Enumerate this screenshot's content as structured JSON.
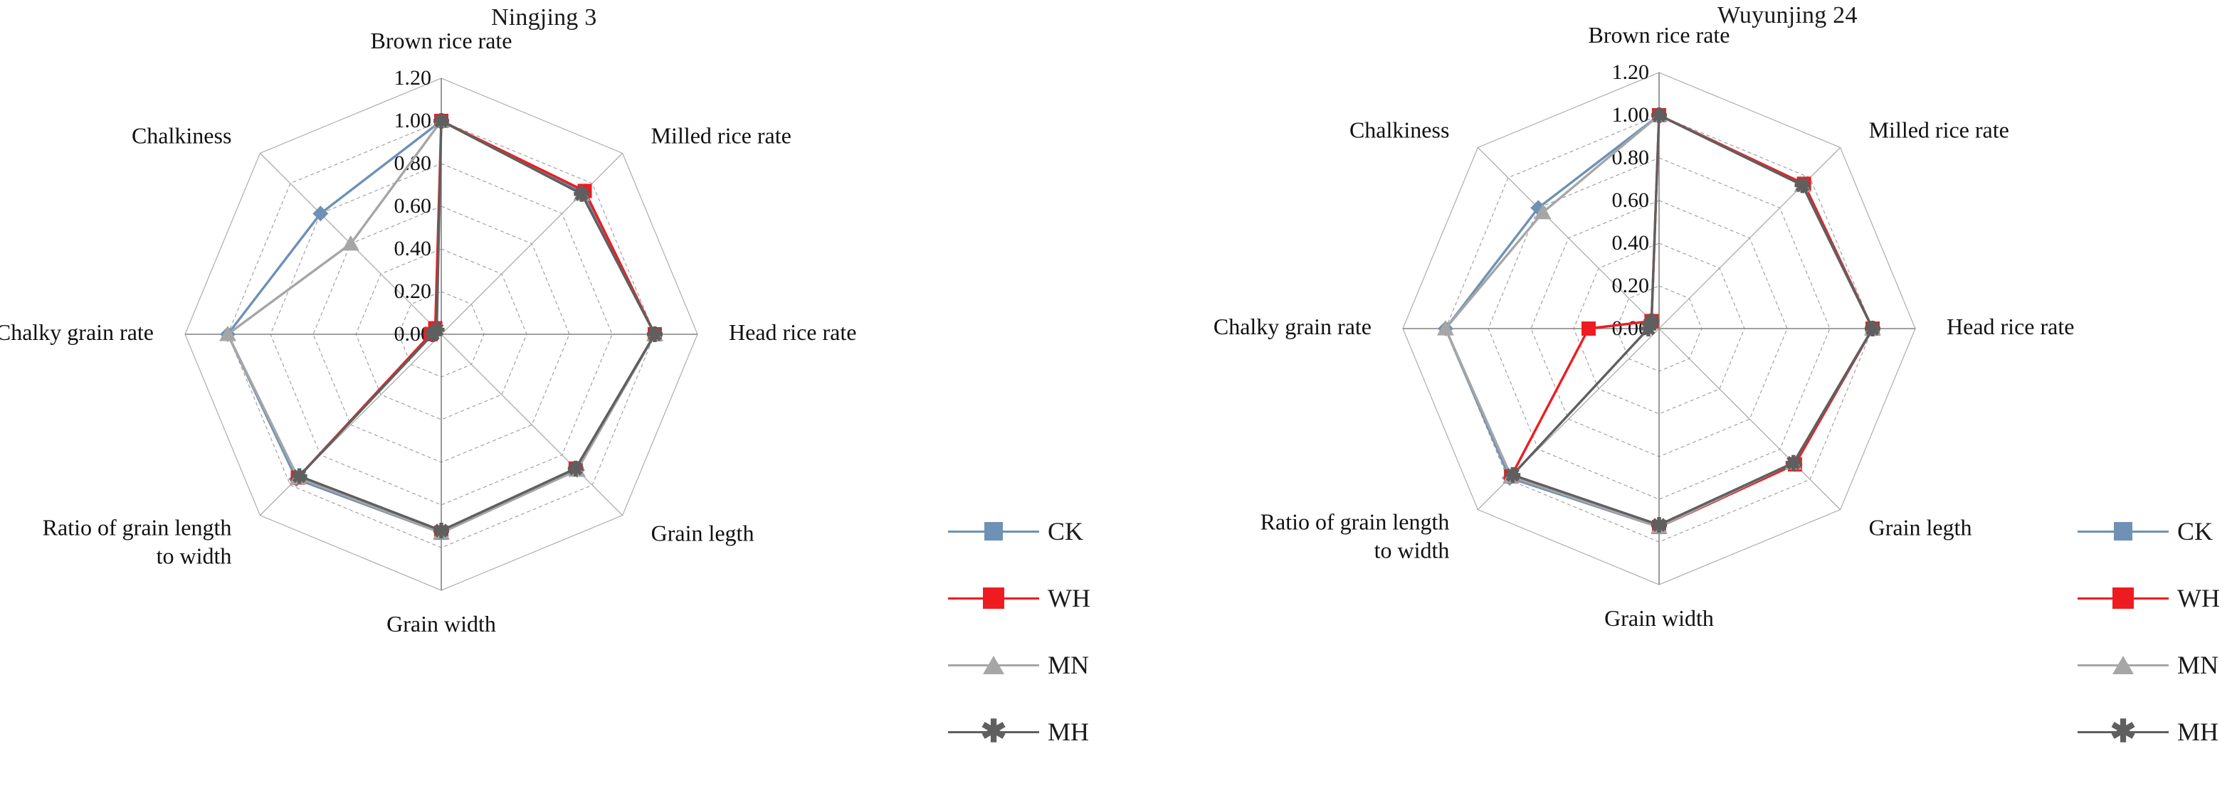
{
  "figure": {
    "background": "#ffffff",
    "panels": [
      {
        "id": "ningjing3",
        "title": "Ningjing 3",
        "chart_data": {
          "type": "radar",
          "title": "Ningjing 3",
          "categories": [
            "Brown rice rate",
            "Milled rice rate",
            "Head rice rate",
            "Grain legth",
            "Grain width",
            "Ratio of grain length to width",
            "Chalky grain rate",
            "Chalkiness"
          ],
          "tick_labels": [
            "0.00",
            "0.20",
            "0.40",
            "0.60",
            "0.80",
            "1.00",
            "1.20"
          ],
          "rlim": [
            0.0,
            1.2
          ],
          "rtick_step": 0.2,
          "grid": true,
          "legend_position": "right",
          "series": [
            {
              "name": "CK",
              "color": "#6e91b6",
              "marker": "diamond",
              "values": [
                1.0,
                0.94,
                1.0,
                0.9,
                0.93,
                0.96,
                1.0,
                0.8
              ]
            },
            {
              "name": "WH",
              "color": "#ee1c20",
              "marker": "square",
              "values": [
                1.0,
                0.95,
                1.0,
                0.89,
                0.93,
                0.95,
                0.05,
                0.04
              ]
            },
            {
              "name": "MN",
              "color": "#a6a6a6",
              "marker": "triangle",
              "values": [
                1.0,
                0.93,
                1.0,
                0.9,
                0.93,
                0.95,
                1.0,
                0.6
              ]
            },
            {
              "name": "MH",
              "color": "#5f5f5f",
              "marker": "x",
              "values": [
                1.0,
                0.93,
                1.0,
                0.89,
                0.92,
                0.94,
                0.04,
                0.03
              ]
            }
          ]
        }
      },
      {
        "id": "wuyunjing24",
        "title": "Wuyunjing 24",
        "chart_data": {
          "type": "radar",
          "title": "Wuyunjing 24",
          "categories": [
            "Brown rice rate",
            "Milled rice rate",
            "Head rice rate",
            "Grain legth",
            "Grain width",
            "Ratio of grain length to width",
            "Chalky grain rate",
            "Chalkiness"
          ],
          "tick_labels": [
            "0.00",
            "0.20",
            "0.40",
            "0.60",
            "0.80",
            "1.00",
            "1.20"
          ],
          "rlim": [
            0.0,
            1.2
          ],
          "rtick_step": 0.2,
          "grid": true,
          "legend_position": "right",
          "series": [
            {
              "name": "CK",
              "color": "#6e91b6",
              "marker": "diamond",
              "values": [
                1.0,
                0.96,
                1.0,
                0.9,
                0.93,
                0.99,
                1.0,
                0.8
              ]
            },
            {
              "name": "WH",
              "color": "#ee1c20",
              "marker": "square",
              "values": [
                1.0,
                0.96,
                1.0,
                0.9,
                0.93,
                0.98,
                0.33,
                0.05
              ]
            },
            {
              "name": "MN",
              "color": "#a6a6a6",
              "marker": "triangle",
              "values": [
                1.0,
                0.95,
                1.0,
                0.89,
                0.93,
                0.98,
                1.0,
                0.77
              ]
            },
            {
              "name": "MH",
              "color": "#5f5f5f",
              "marker": "x",
              "values": [
                1.0,
                0.95,
                1.0,
                0.89,
                0.92,
                0.97,
                0.05,
                0.05
              ]
            }
          ]
        }
      }
    ],
    "legend": {
      "items": [
        {
          "label": "CK",
          "color": "#6e91b6",
          "marker": "diamond"
        },
        {
          "label": "WH",
          "color": "#ee1c20",
          "marker": "square"
        },
        {
          "label": "MN",
          "color": "#a6a6a6",
          "marker": "triangle"
        },
        {
          "label": "MH",
          "color": "#5f5f5f",
          "marker": "x"
        }
      ]
    }
  }
}
